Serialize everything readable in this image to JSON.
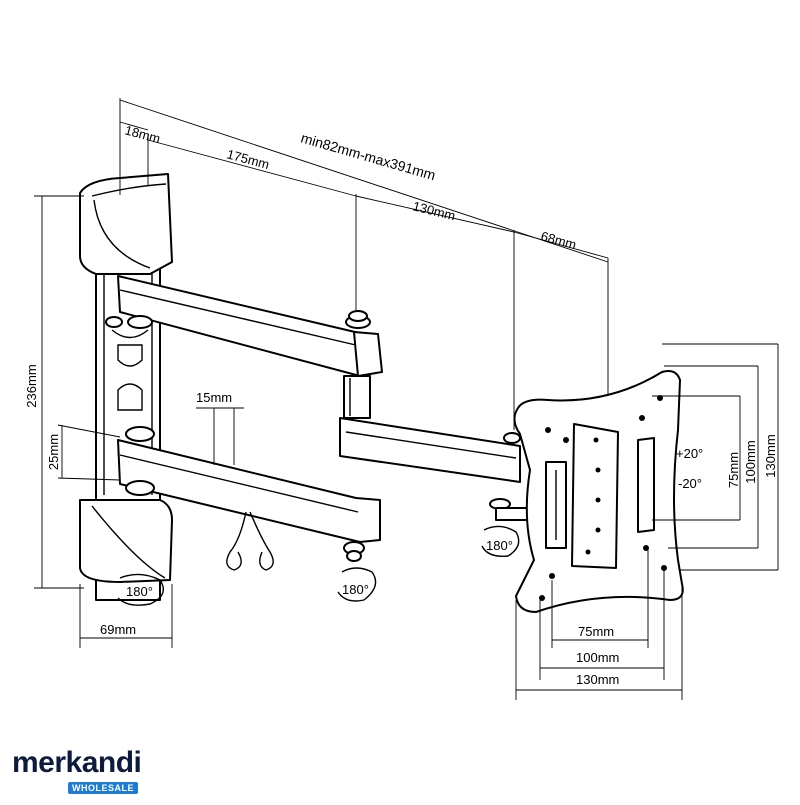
{
  "dimensions": {
    "total_reach": "min82mm-max391mm",
    "wall_plate_depth": "18mm",
    "arm_1": "175mm",
    "arm_2": "130mm",
    "head": "68mm",
    "height": "236mm",
    "arm_gap": "15mm",
    "arm_height": "25mm",
    "plate_width": "69mm",
    "vesa_w_75": "75mm",
    "vesa_w_100": "100mm",
    "vesa_w_130": "130mm",
    "vesa_h_75": "75mm",
    "vesa_h_100": "100mm",
    "vesa_h_130": "130mm"
  },
  "rotations": {
    "wall": "180°",
    "arm": "180°",
    "head": "180°"
  },
  "tilt": {
    "up": "+20°",
    "down": "-20°"
  },
  "brand": {
    "name": "merkandi",
    "tagline": "WHOLESALE",
    "color": "#0d1b3e",
    "accent": "#1f7bd6"
  }
}
